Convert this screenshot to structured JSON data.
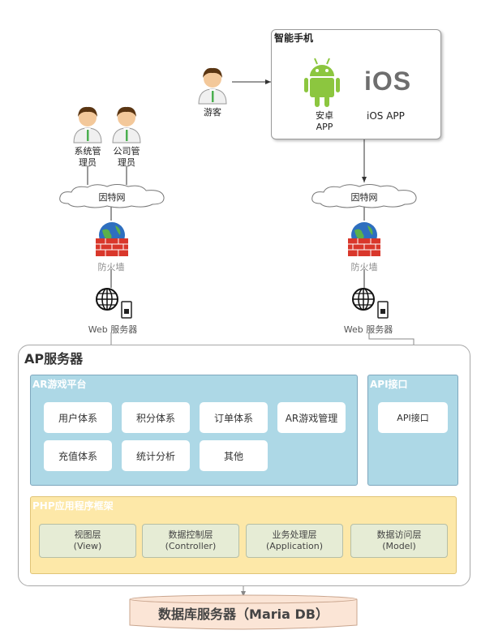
{
  "smartphone": {
    "title": "智能手机",
    "android_label_1": "安卓",
    "android_label_2": "APP",
    "ios_logo_text": "iOS",
    "ios_label": "iOS APP"
  },
  "visitor": {
    "label": "游客"
  },
  "admins": {
    "sys_admin_line1": "系统管",
    "sys_admin_line2": "理员",
    "co_admin_line1": "公司管",
    "co_admin_line2": "理员"
  },
  "left_path": {
    "internet": "因特网",
    "firewall": "防火墙",
    "web_server": "Web 服务器"
  },
  "right_path": {
    "internet": "因特网",
    "firewall": "防火墙",
    "web_server": "Web 服务器"
  },
  "ap_server": {
    "title": "AP服务器",
    "ar_platform": {
      "title": "AR游戏平台",
      "modules": [
        "用户体系",
        "积分体系",
        "订单体系",
        "AR游戏管理",
        "充值体系",
        "统计分析",
        "其他"
      ]
    },
    "api": {
      "title": "API接口",
      "module": "API接口"
    },
    "php_framework": {
      "title": "PHP应用程序框架",
      "layers": [
        {
          "name": "视图层",
          "sub": "(View)"
        },
        {
          "name": "数据控制层",
          "sub": "(Controller)"
        },
        {
          "name": "业务处理层",
          "sub": "(Application)"
        },
        {
          "name": "数据访问层",
          "sub": "(Model)"
        }
      ]
    }
  },
  "database": {
    "label": "数据库服务器（Maria DB）"
  },
  "colors": {
    "ar_panel": "#add8e6",
    "php_panel": "#fde8a8",
    "layer_box": "#e6ecd5",
    "database": "#fbe5d6",
    "android_green": "#8cc63f",
    "firewall_red": "#d9372b"
  }
}
